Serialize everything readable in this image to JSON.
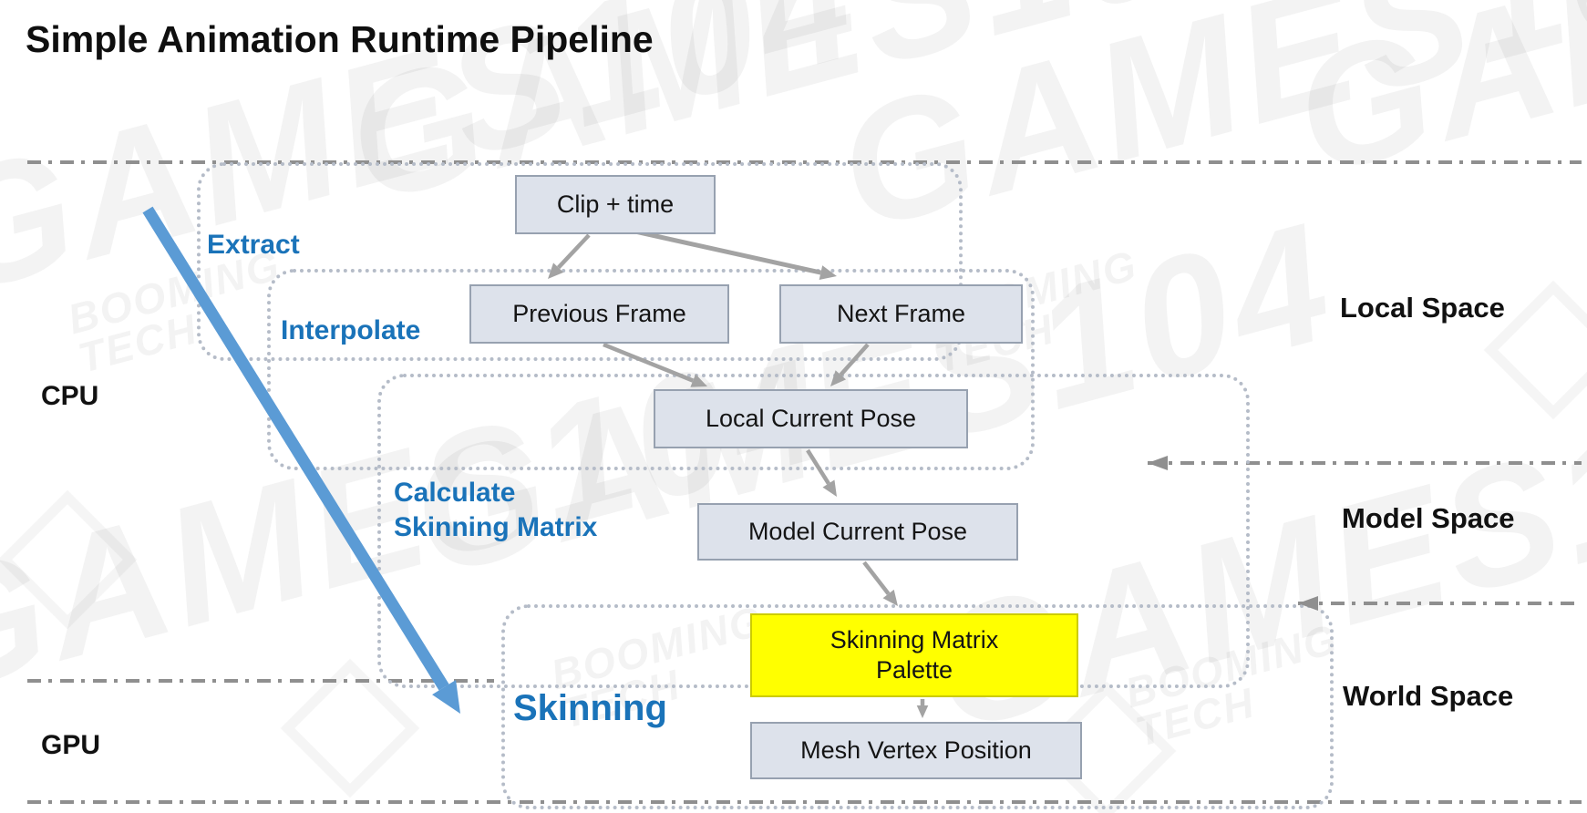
{
  "title": "Simple Animation Runtime Pipeline",
  "lanes": {
    "cpu": "CPU",
    "gpu": "GPU"
  },
  "spaces": {
    "local": "Local Space",
    "model": "Model Space",
    "world": "World Space"
  },
  "stages": {
    "extract": "Extract",
    "interpolate": "Interpolate",
    "calculate_line1": "Calculate",
    "calculate_line2": "Skinning Matrix",
    "skinning": "Skinning"
  },
  "nodes": {
    "clip_time": "Clip + time",
    "previous_frame": "Previous Frame",
    "next_frame": "Next Frame",
    "local_current_pose": "Local Current Pose",
    "model_current_pose": "Model Current Pose",
    "skinning_matrix_palette_line1": "Skinning Matrix",
    "skinning_matrix_palette_line2": "Palette",
    "mesh_vertex_position": "Mesh Vertex Position"
  },
  "edges": [
    {
      "from": "clip_time",
      "to": "previous_frame"
    },
    {
      "from": "clip_time",
      "to": "next_frame"
    },
    {
      "from": "previous_frame",
      "to": "local_current_pose"
    },
    {
      "from": "next_frame",
      "to": "local_current_pose"
    },
    {
      "from": "local_current_pose",
      "to": "model_current_pose"
    },
    {
      "from": "model_current_pose",
      "to": "skinning_matrix_palette"
    },
    {
      "from": "skinning_matrix_palette",
      "to": "mesh_vertex_position"
    }
  ],
  "watermarks": {
    "course": "GAMES104",
    "brand_line1": "BOOMING",
    "brand_line2": "TECH"
  },
  "colors": {
    "stage_label_blue": "#1a73b9",
    "flow_arrow_blue": "#5b9bd5",
    "node_fill": "#dde2eb",
    "node_border": "#97a1b0",
    "highlight_fill": "#ffff00",
    "dash_gray": "#8f8f8f",
    "dot_gray": "#b5bcc8",
    "arrow_gray": "#a3a3a3"
  }
}
